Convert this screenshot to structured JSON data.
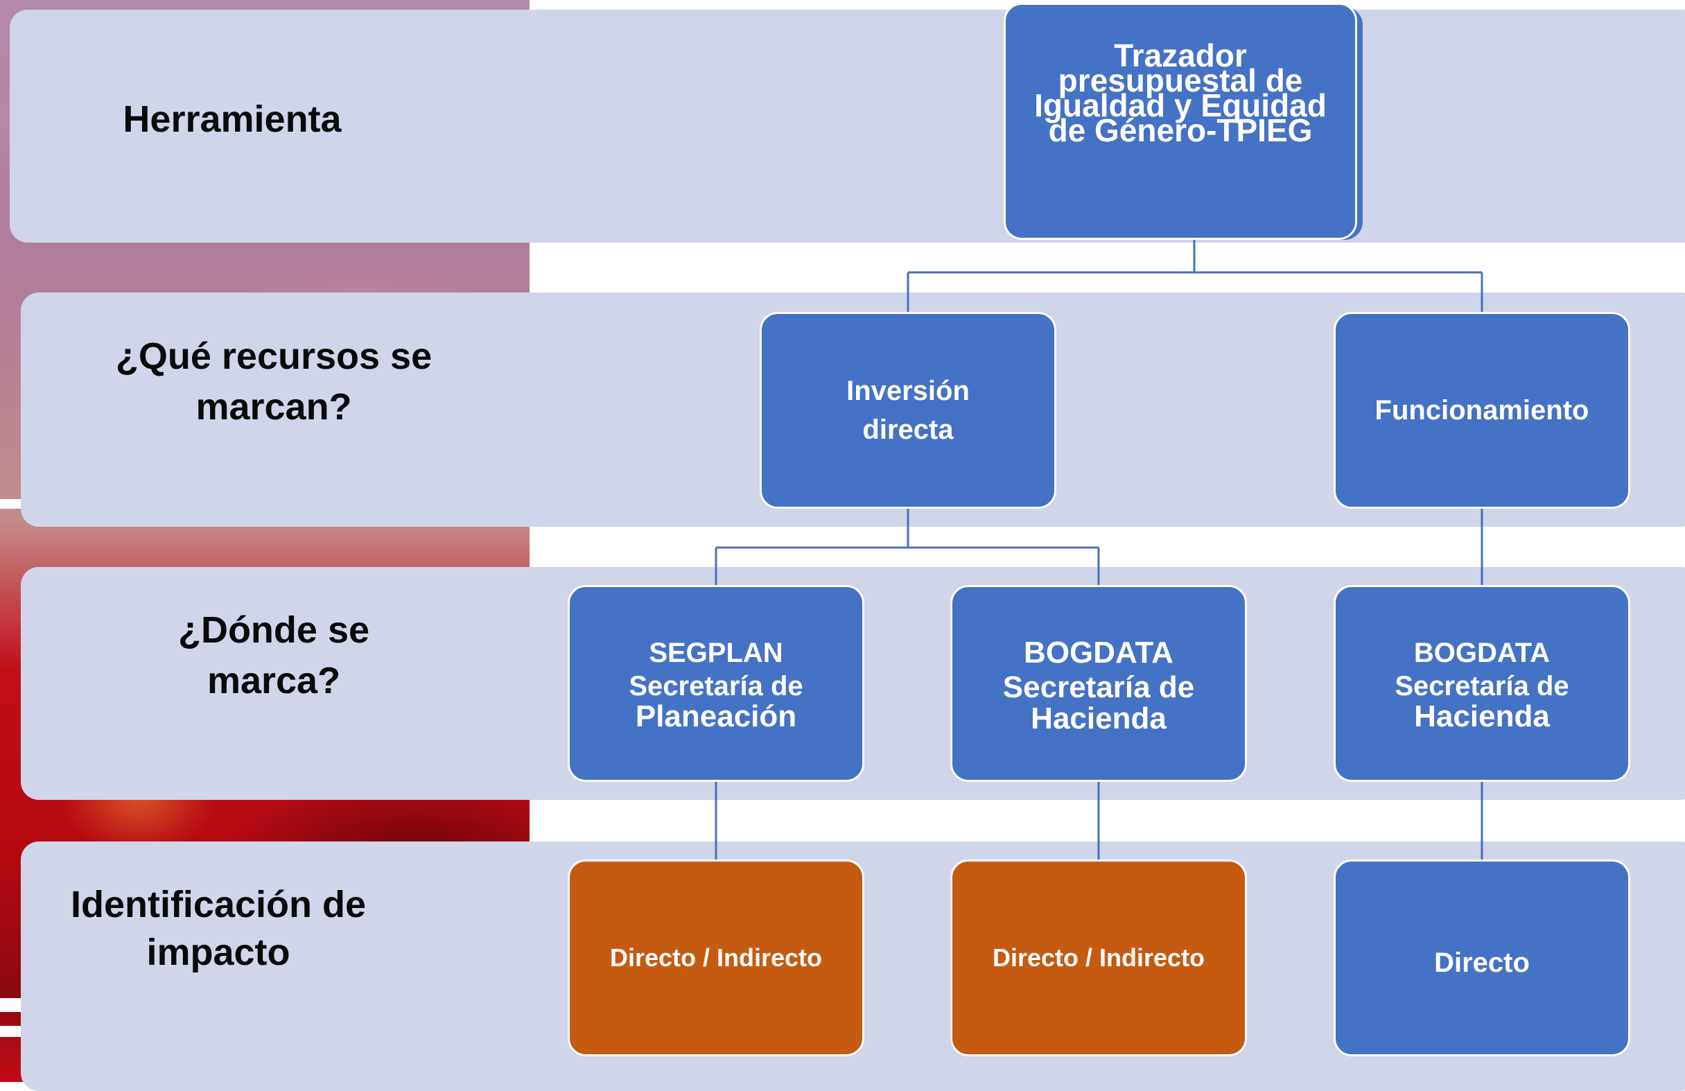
{
  "colors": {
    "band": "#d0d5ea",
    "node_blue": "#4472c4",
    "node_orange": "#c55a11",
    "connector": "#4a70b8",
    "label_text": "#0a0a0a"
  },
  "rows": {
    "herramienta": {
      "line1": "Herramienta"
    },
    "recursos": {
      "line1": "¿Qué recursos se",
      "line2": "marcan?"
    },
    "donde": {
      "line1": "¿Dónde se",
      "line2": "marca?"
    },
    "impacto": {
      "line1": "Identificación de",
      "line2": "impacto"
    }
  },
  "nodes": {
    "root": {
      "lines": [
        "Trazador",
        "presupuestal de",
        "Igualdad y Equidad",
        "de Género-TPIEG"
      ]
    },
    "inversion": {
      "line1": "Inversión",
      "line2": "directa"
    },
    "funcionamiento": {
      "line1": "Funcionamiento"
    },
    "segplan": {
      "line1": "SEGPLAN",
      "line2": "Secretaría de",
      "line3": "Planeación"
    },
    "bogdata_inv": {
      "line1": "BOGDATA",
      "line2": "Secretaría de",
      "line3": "Hacienda"
    },
    "bogdata_fun": {
      "line1": "BOGDATA",
      "line2": "Secretaría de",
      "line3": "Hacienda"
    },
    "impacto_segplan": {
      "line1": "Directo / Indirecto"
    },
    "impacto_bogdata_inv": {
      "line1": "Directo / Indirecto"
    },
    "impacto_bogdata_fun": {
      "line1": "Directo"
    }
  }
}
